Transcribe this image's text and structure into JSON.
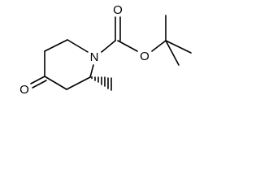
{
  "molecule": {
    "atoms": {
      "ring_nitrogen": "N",
      "carbonyl_oxygen_top": "O",
      "ester_oxygen": "O",
      "ketone_oxygen": "O"
    },
    "stereo": {
      "methyl_bond": "hashed-wedge"
    }
  }
}
